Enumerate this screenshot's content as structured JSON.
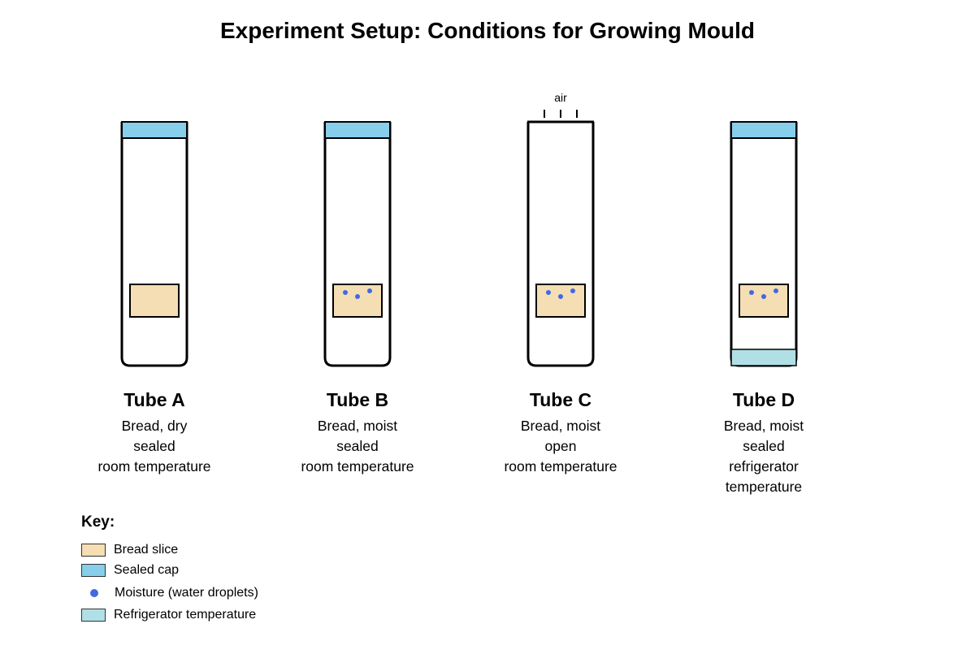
{
  "title": "Experiment Setup: Conditions for Growing Mould",
  "colors": {
    "bread": "#f5deb3",
    "cap": "#87ceeb",
    "moisture": "#4169e1",
    "fridge": "#b0e0e6",
    "outline": "#000000"
  },
  "tubes": [
    {
      "name": "Tube A",
      "lines": [
        "Bread, dry",
        "sealed",
        "room temperature"
      ],
      "sealed": true,
      "moist": false,
      "fridge": false
    },
    {
      "name": "Tube B",
      "lines": [
        "Bread, moist",
        "sealed",
        "room temperature"
      ],
      "sealed": true,
      "moist": true,
      "fridge": false
    },
    {
      "name": "Tube C",
      "lines": [
        "Bread, moist",
        "open",
        "room temperature"
      ],
      "sealed": false,
      "moist": true,
      "fridge": false,
      "air_label": "air"
    },
    {
      "name": "Tube D",
      "lines": [
        "Bread, moist",
        "sealed",
        "refrigerator",
        "temperature"
      ],
      "sealed": true,
      "moist": true,
      "fridge": true
    }
  ],
  "key": {
    "title": "Key:",
    "items": [
      {
        "label": "Bread slice",
        "icon": "bread-swatch"
      },
      {
        "label": "Sealed cap",
        "icon": "cap-swatch"
      },
      {
        "label": "Moisture (water droplets)",
        "icon": "moisture-dot"
      },
      {
        "label": "Refrigerator temperature",
        "icon": "fridge-swatch"
      }
    ]
  }
}
